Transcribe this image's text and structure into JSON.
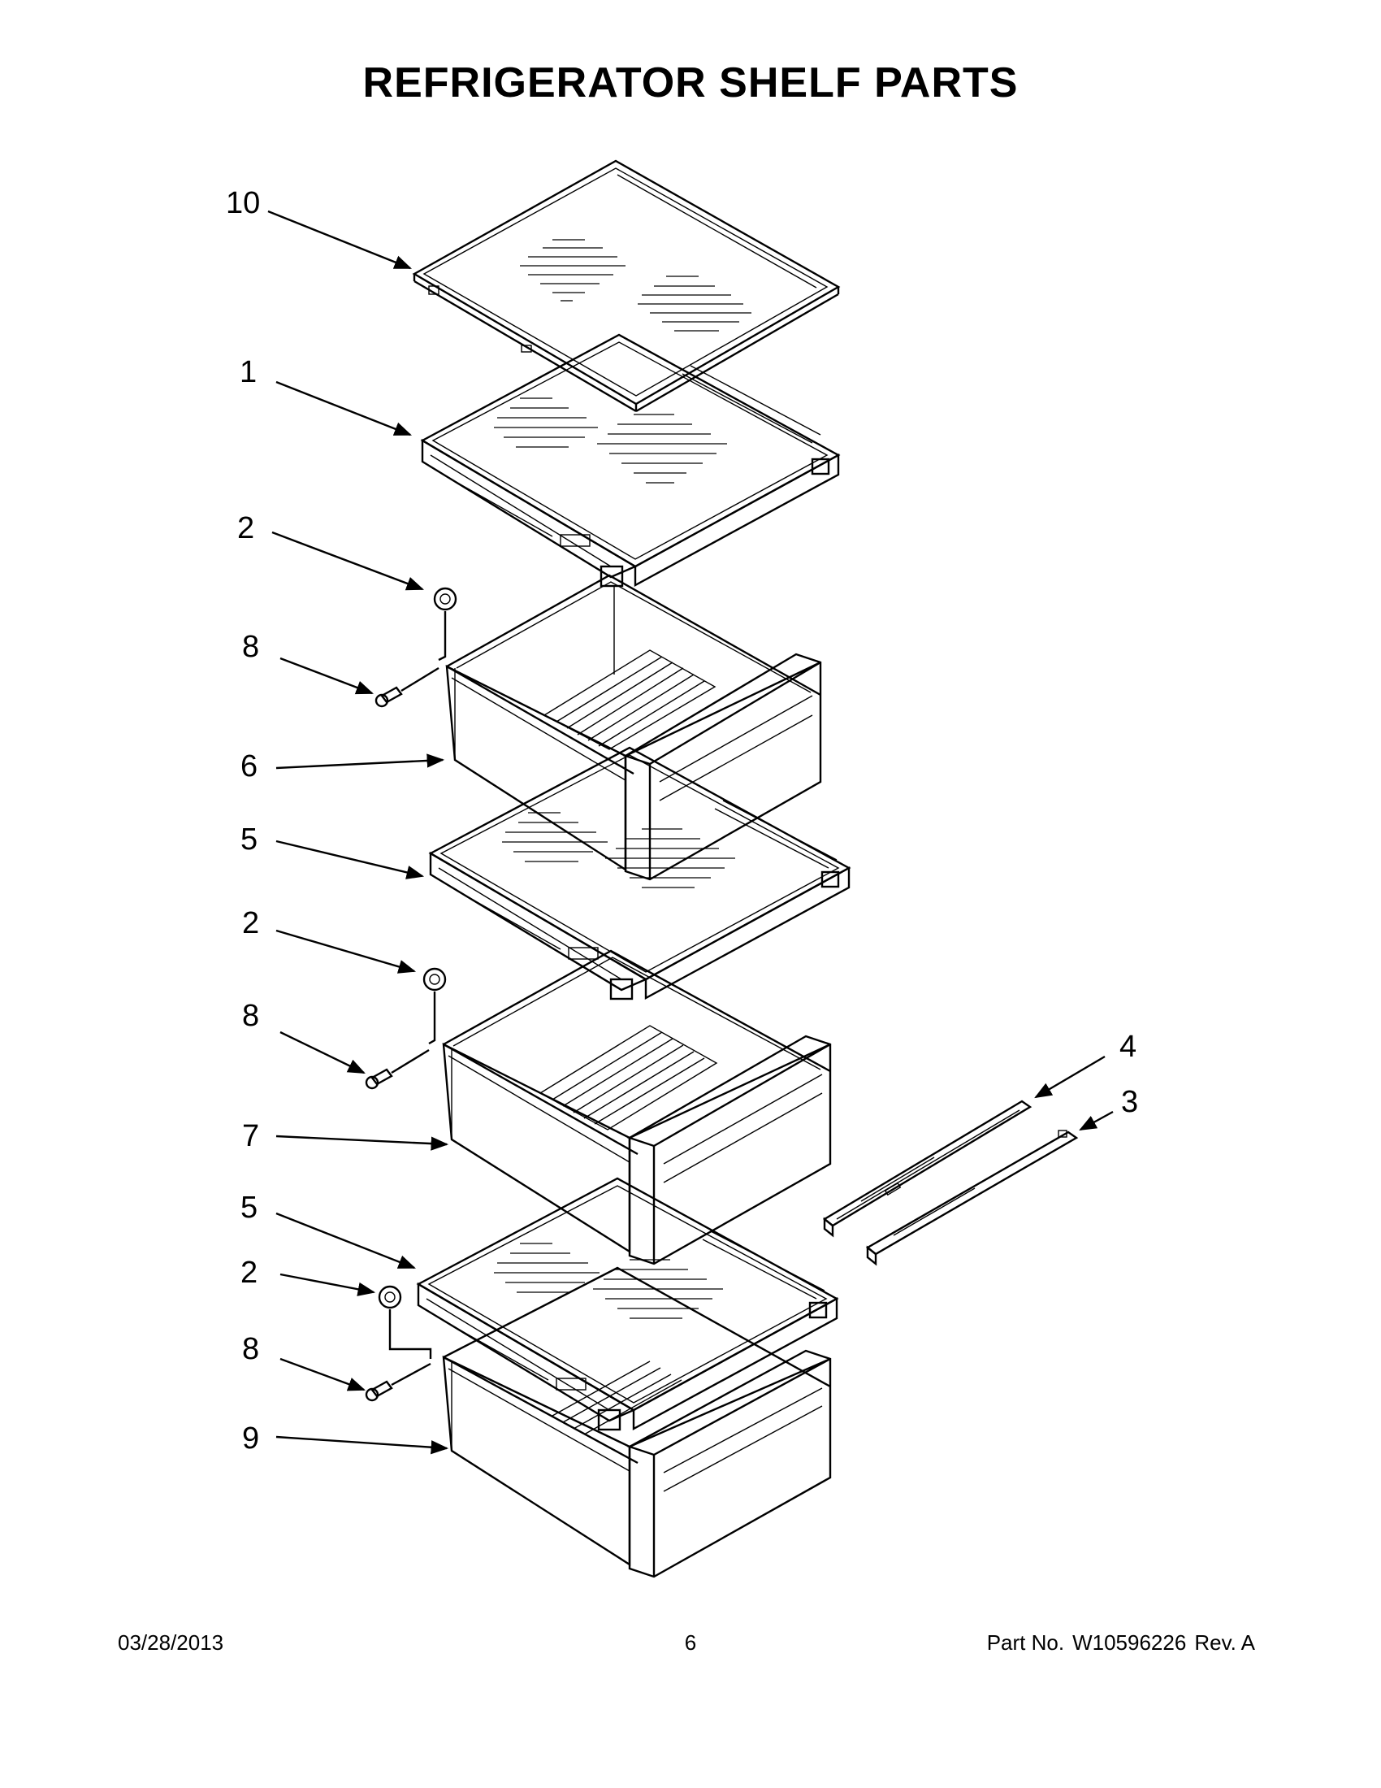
{
  "title": "REFRIGERATOR SHELF PARTS",
  "callouts": {
    "c10": "10",
    "c1": "1",
    "c2a": "2",
    "c8a": "8",
    "c6": "6",
    "c5a": "5",
    "c2b": "2",
    "c8b": "8",
    "c7": "7",
    "c5b": "5",
    "c2c": "2",
    "c8c": "8",
    "c9": "9",
    "c4": "4",
    "c3": "3"
  },
  "footer": {
    "date": "03/28/2013",
    "page": "6",
    "part_label": "Part No.",
    "part_number": "W10596226",
    "rev": "Rev.  A"
  }
}
